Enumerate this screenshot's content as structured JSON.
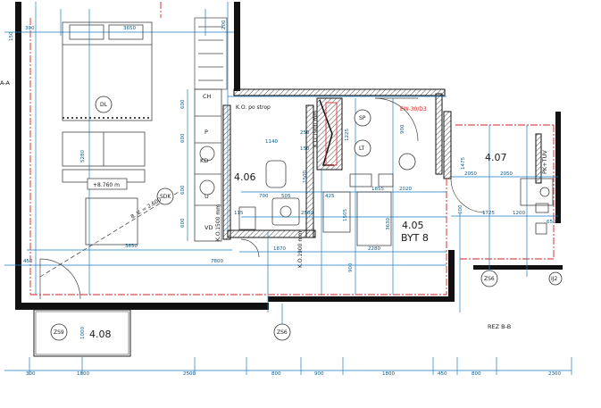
{
  "rooms": [
    {
      "id": "r406",
      "label": "4.06"
    },
    {
      "id": "r405",
      "label": "4.05"
    },
    {
      "id": "r405b",
      "label": "BYT 8"
    },
    {
      "id": "r407",
      "label": "4.07"
    },
    {
      "id": "r408",
      "label": "4.08"
    }
  ],
  "appliances": {
    "ch": "CH",
    "p": "P",
    "kd": "KD",
    "u": "U",
    "vd": "VD",
    "pk": "PK+TUV"
  },
  "tags": {
    "dl": "DL",
    "sp": "SP",
    "lt": "LT",
    "sdk": "SDK",
    "zs6a": "ZS6",
    "zs6b": "ZS6",
    "zs9": "ZS9",
    "ij2": "IJ2"
  },
  "notes": {
    "elevation": "+8.760 m",
    "ko_strop": "K.O. po strop",
    "ko1500": "K.O.1500 mm",
    "ko1900a": "K.O.1900 mm",
    "ko1900b": "K.O.1900 mm",
    "ew": "EW-30/D3",
    "rez": "REZ B-B",
    "section": "A-A",
    "diag": "8. V. = 2.600"
  },
  "dims": {
    "top": [
      "150",
      "300",
      "3650",
      "200"
    ],
    "bottom": [
      "300",
      "1800",
      "2500",
      "800",
      "900",
      "1800",
      "450",
      "800",
      "2300"
    ],
    "mid": [
      "450",
      "3650",
      "7800",
      "1870",
      "2280",
      "1855",
      "2020",
      "2050",
      "2050",
      "1725",
      "1200"
    ],
    "left": [
      "5280",
      "600",
      "600",
      "600",
      "600",
      "1000"
    ],
    "misc": [
      "700",
      "505",
      "250",
      "150",
      "425",
      "1505",
      "1500",
      "2500",
      "3630",
      "900",
      "1225",
      "1475",
      "900",
      "1140",
      "115",
      "600",
      "650"
    ]
  }
}
